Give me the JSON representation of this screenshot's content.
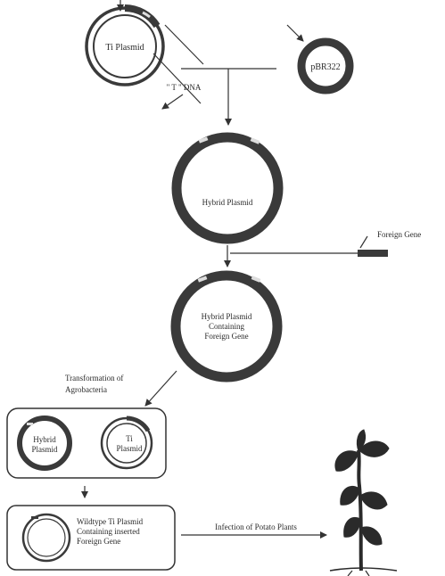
{
  "labels": {
    "ti_plasmid": "Ti Plasmid",
    "pbr322": "pBR322",
    "t_dna": "\" T \" DNA",
    "hybrid_plasmid": "Hybrid Plasmid",
    "foreign_gene": "Foreign Gene",
    "hybrid_containing_line1": "Hybrid Plasmid",
    "hybrid_containing_line2": "Containing",
    "hybrid_containing_line3": "Foreign Gene",
    "transformation_line1": "Transformation of",
    "transformation_line2": "Agrobacteria",
    "box1_hybrid_line1": "Hybrid",
    "box1_hybrid_line2": "Plasmid",
    "box1_ti_line1": "Ti",
    "box1_ti_line2": "Plasmid",
    "wildtype_line1": "Wildtype Ti Plasmid",
    "wildtype_line2": "Containing inserted",
    "wildtype_line3": "Foreign Gene",
    "infection": "Infection of Potato Plants"
  },
  "colors": {
    "ink": "#333333",
    "ring": "#3a3a3a",
    "segment": "#dddddd",
    "plant": "#2a2a2a"
  }
}
